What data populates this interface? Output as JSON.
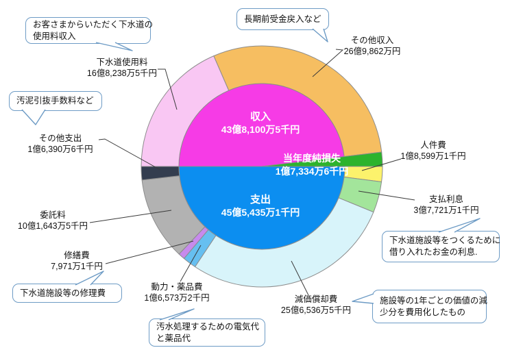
{
  "chart_data": {
    "type": "pie",
    "description": "Donut chart of sewerage utility revenue vs expenditure; inner pie shows totals, outer ring shows breakdown. Units are Japanese yen (amount strings as shown).",
    "unit_note": "values expressed in 万円 (10,000 yen)",
    "inner": [
      {
        "key": "income-total",
        "label": "収入",
        "amount_text": "43億8,100万5千円",
        "value": 438100.5,
        "color": "#F63BE6"
      },
      {
        "key": "net-loss",
        "label": "当年度純損失",
        "amount_text": "1億7,334万6千円",
        "value": 17334.6,
        "color": "#2DB32D"
      },
      {
        "key": "expense-total",
        "label": "支出",
        "amount_text": "45億5,435万1千円",
        "value": 455435.1,
        "color": "#0C8EF0"
      }
    ],
    "ring_income": [
      {
        "key": "sewer-usage-fee",
        "name": "下水道使用料",
        "amount_text": "16億8,238万5千円",
        "value": 168238.5,
        "color": "#F9C7F3"
      },
      {
        "key": "other-income",
        "name": "その他収入",
        "amount_text": "26億9,862万円",
        "value": 269862.0,
        "color": "#F6BE61"
      },
      {
        "key": "net-loss-gap",
        "name": "当年度純損失",
        "amount_text": "1億7,334万6千円",
        "value": 17334.6,
        "color": "#2DB32D"
      }
    ],
    "ring_expense": [
      {
        "key": "personnel-cost",
        "name": "人件費",
        "amount_text": "1億8,599万1千円",
        "value": 18599.1,
        "color": "#FCF26C"
      },
      {
        "key": "interest-paid",
        "name": "支払利息",
        "amount_text": "3億7,721万1千円",
        "value": 37721.1,
        "color": "#A3E59B"
      },
      {
        "key": "depreciation",
        "name": "減価償却費",
        "amount_text": "25億6,536万5千円",
        "value": 256536.5,
        "color": "#D8F4FA"
      },
      {
        "key": "power-chemicals",
        "name": "動力・薬品費",
        "amount_text": "1億6,573万2千円",
        "value": 16573.2,
        "color": "#66BFF0"
      },
      {
        "key": "repairs",
        "name": "修繕費",
        "amount_text": "7,971万1千円",
        "value": 7971.1,
        "color": "#C78AED"
      },
      {
        "key": "outsourcing",
        "name": "委託料",
        "amount_text": "10億1,643万5千円",
        "value": 101643.5,
        "color": "#B2B2B2"
      },
      {
        "key": "other-expense",
        "name": "その他支出",
        "amount_text": "1億6,390万6千円",
        "value": 16390.6,
        "color": "#333D4F"
      }
    ],
    "layout_hints": {
      "legend": "none",
      "grid": false,
      "inner_radius_px": 121,
      "outer_radius_px": 176
    }
  },
  "labels": [
    {
      "key": "sewer-usage-fee",
      "name": "下水道使用料",
      "amount": "16億8,238万5千円"
    },
    {
      "key": "other-income",
      "name": "その他収入",
      "amount": "26億9,862万円"
    },
    {
      "key": "personnel-cost",
      "name": "人件費",
      "amount": "1億8,599万1千円"
    },
    {
      "key": "interest-paid",
      "name": "支払利息",
      "amount": "3億7,721万1千円"
    },
    {
      "key": "depreciation",
      "name": "減価償却費",
      "amount": "25億6,536万5千円"
    },
    {
      "key": "power-chemicals",
      "name": "動力・薬品費",
      "amount": "1億6,573万2千円"
    },
    {
      "key": "repairs",
      "name": "修繕費",
      "amount": "7,971万1千円"
    },
    {
      "key": "outsourcing",
      "name": "委託料",
      "amount": "10億1,643万5千円"
    },
    {
      "key": "other-expense",
      "name": "その他支出",
      "amount": "1億6,390万6千円"
    }
  ],
  "center_labels": [
    {
      "key": "income",
      "line1": "収入",
      "line2": "43億8,100万5千円"
    },
    {
      "key": "net-loss",
      "line1": "当年度純損失",
      "line2": "1億7,334万6千円"
    },
    {
      "key": "expense",
      "line1": "支出",
      "line2": "45億5,435万1千円"
    }
  ],
  "callouts": [
    {
      "key": "usage-fee-note",
      "lines": [
        "お客さまからいただく下水道の",
        "使用料収入"
      ]
    },
    {
      "key": "other-income-note",
      "lines": [
        "長期前受金戻入など"
      ]
    },
    {
      "key": "other-expense-note",
      "lines": [
        "汚泥引抜手数料など"
      ]
    },
    {
      "key": "repairs-note",
      "lines": [
        "下水道施設等の修理費"
      ]
    },
    {
      "key": "power-note",
      "lines": [
        "汚水処理するための電気代",
        "と薬品代"
      ]
    },
    {
      "key": "interest-note",
      "lines": [
        "下水道施設等をつくるために",
        "借り入れたお金の利息."
      ]
    },
    {
      "key": "depreciation-note",
      "lines": [
        "施設等の1年ごとの価値の減",
        "少分を費用化したもの"
      ]
    }
  ],
  "colors": {
    "callout_border": "#6D9BC5",
    "segment_border": "#8C8C8C",
    "leader_line": "#3A3A3A",
    "background": "#FFFFFF"
  }
}
